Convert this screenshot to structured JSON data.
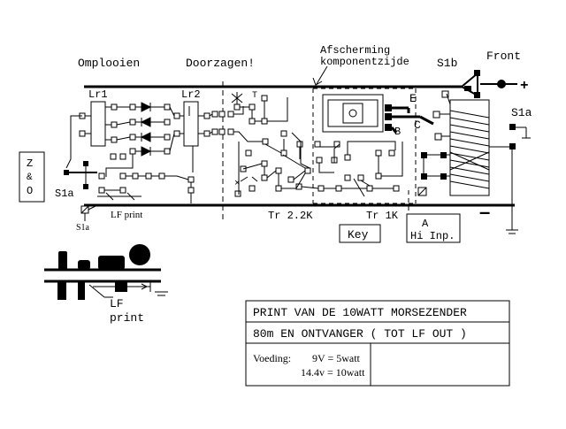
{
  "labels": {
    "omplooien": "Omplooien",
    "doorzagen": "Doorzagen!",
    "afscherming_1": "Afscherming",
    "afscherming_2": "komponentzijde",
    "s1b": "S1b",
    "front": "Front",
    "plus": "+",
    "minus": "–",
    "lr1": "Lr1",
    "lr2": "Lr2",
    "e": "E",
    "c": "C",
    "b": "B",
    "s1a_right": "S1a",
    "s1a_left": "S1a",
    "s1a_bottom": "S1a",
    "z": "Z",
    "z_mid": "&",
    "z_o": "O",
    "lf_print": "LF print",
    "tr_22k": "Tr 2.2K",
    "tr_1k": "Tr 1K",
    "key": "Key",
    "a": "A",
    "hi_inp": "Hi Inp.",
    "lf_detail_1": "LF",
    "lf_detail_2": "print"
  },
  "title_box": {
    "line1": "PRINT VAN DE 10WATT MORSEZENDER",
    "line2": "80m  EN ONTVANGER ( TOT LF OUT )",
    "voeding_label": "Voeding:",
    "voeding_1": "9V = 5watt",
    "voeding_2": "14.4v = 10watt"
  },
  "colors": {
    "ink": "#000000",
    "paper": "#ffffff"
  }
}
